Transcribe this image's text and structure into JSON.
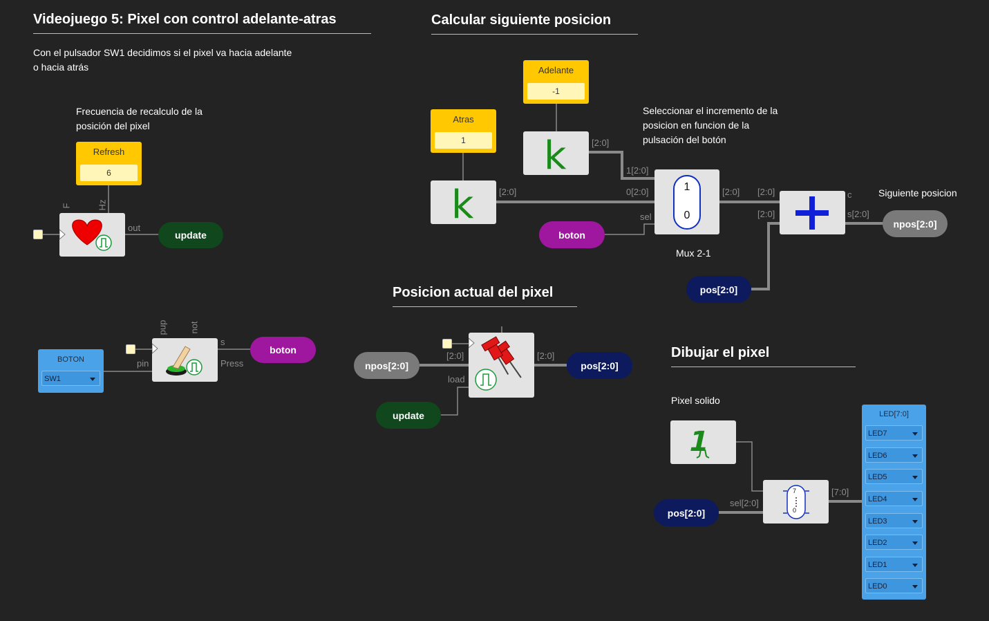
{
  "headings": {
    "main": "Videojuego 5: Pixel con control adelante-atras",
    "calc": "Calcular siguiente posicion",
    "pos": "Posicion actual del pixel",
    "draw": "Dibujar el pixel"
  },
  "notes": {
    "intro_1": "Con el pulsador SW1 decidimos si el pixel va hacia adelante",
    "intro_2": "o hacia atrás",
    "freq_1": "Frecuencia de recalculo de la",
    "freq_2": "posición del pixel",
    "sel_1": "Seleccionar el incremento de la",
    "sel_2": "posicion en funcion de la",
    "sel_3": "pulsación del botón",
    "next": "Siguiente posicion",
    "mux": "Mux 2-1",
    "solid": "Pixel solido"
  },
  "constants": {
    "refresh": {
      "label": "Refresh",
      "value": "6"
    },
    "atras": {
      "label": "Atras",
      "value": "1"
    },
    "adelante": {
      "label": "Adelante",
      "value": "-1"
    }
  },
  "ports": {
    "F": "F",
    "Hz": "Hz",
    "out": "out",
    "pup": "pup",
    "not": "not",
    "s": "s",
    "pin": "pin",
    "press": "Press",
    "k_atras_out": "[2:0]",
    "k_adel_out": "[2:0]",
    "mux_in1": "1[2:0]",
    "mux_in0": "0[2:0]",
    "mux_sel": "sel",
    "mux_out": "[2:0]",
    "mux_one": "1",
    "mux_zero": "0",
    "add_in1": "[2:0]",
    "add_in2": "[2:0]",
    "add_c": "c",
    "add_s": "s[2:0]",
    "reg_in": "[2:0]",
    "reg_load": "load",
    "reg_out": "[2:0]",
    "bmux_sel": "sel[2:0]",
    "bmux_out": "[7:0]",
    "bmux_top": "7",
    "bmux_bot": "0"
  },
  "labels": {
    "update_1": "update",
    "update_2": "update",
    "boton_out": "boton",
    "boton_mux": "boton",
    "npos_out": "npos[2:0]",
    "npos_in": "npos[2:0]",
    "pos_add": "pos[2:0]",
    "pos_reg": "pos[2:0]",
    "pos_draw": "pos[2:0]"
  },
  "boton_panel": {
    "title": "BOTON",
    "selected": "SW1"
  },
  "led_panel": {
    "title": "LED[7:0]",
    "items": [
      "LED7",
      "LED6",
      "LED5",
      "LED4",
      "LED3",
      "LED2",
      "LED1",
      "LED0"
    ]
  },
  "colors": {
    "background": "#232323",
    "constant": "#ffc800",
    "update_pill": "#10471c",
    "boton_pill": "#a0179f",
    "pos_pill": "#0d1a5e",
    "npos_pill": "#7a7a7a",
    "panel": "#4aa3e8"
  }
}
